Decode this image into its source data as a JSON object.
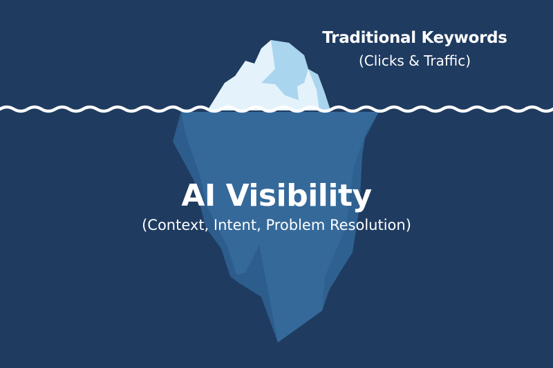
{
  "diagram": {
    "type": "iceberg",
    "above_water": {
      "title": "Traditional Keywords",
      "subtitle": "(Clicks & Traffic)"
    },
    "below_water": {
      "title": "AI Visibility",
      "subtitle": "(Context, Intent, Problem Resolution)"
    }
  },
  "colors": {
    "background": "#1f3b60",
    "iceberg_underwater": "#35699a",
    "iceberg_underwater_shadow": "#2b5a88",
    "iceberg_tip_light": "#e4f2fb",
    "iceberg_tip_shade": "#a9d5ee",
    "waterline": "#ffffff",
    "text": "#ffffff"
  }
}
